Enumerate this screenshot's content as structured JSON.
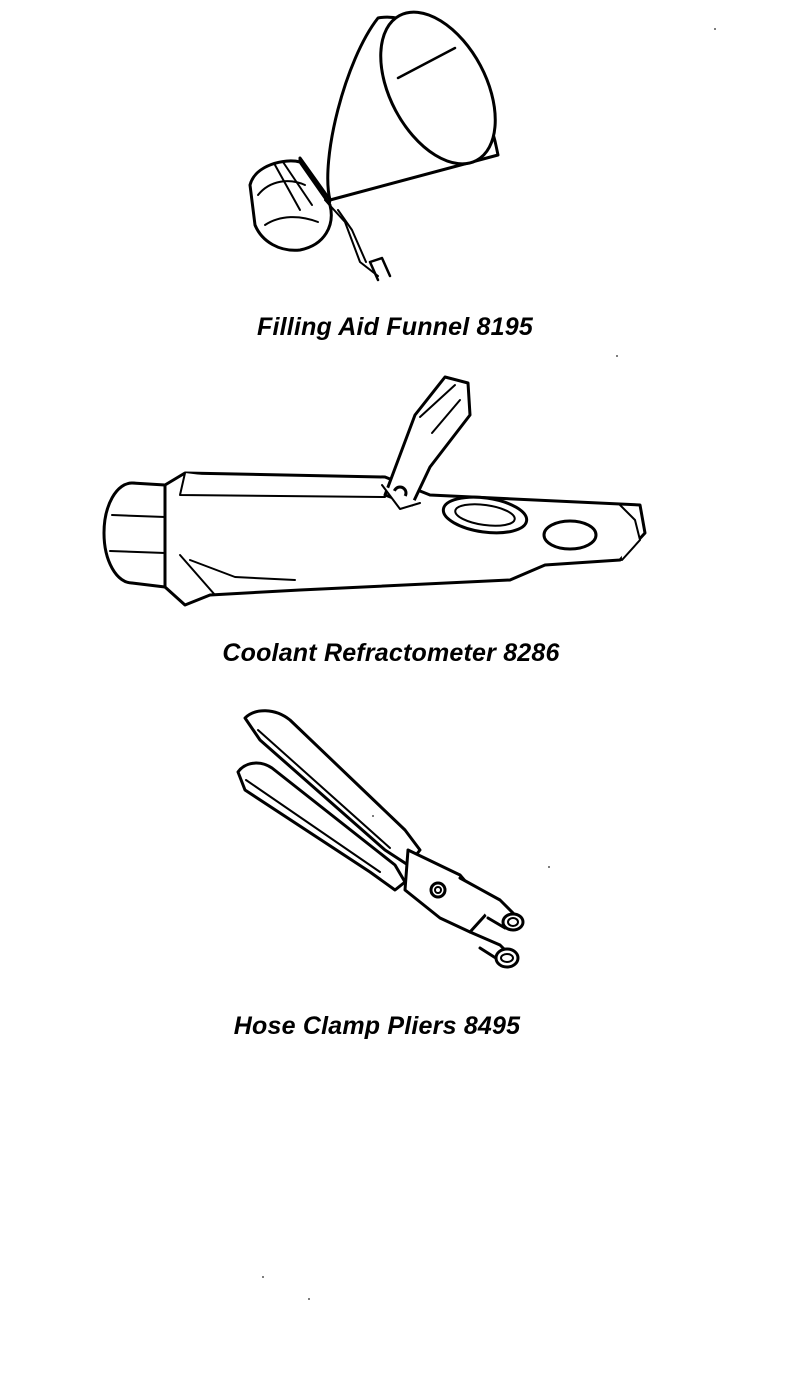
{
  "document": {
    "figures": [
      {
        "id": "funnel",
        "caption": "Filling Aid Funnel 8195",
        "illustration": "funnel-illustration"
      },
      {
        "id": "refractometer",
        "caption": "Coolant Refractometer 8286",
        "illustration": "refractometer-illustration"
      },
      {
        "id": "pliers",
        "caption": "Hose Clamp Pliers 8495",
        "illustration": "pliers-illustration"
      }
    ]
  },
  "colors": {
    "ink": "#000000",
    "paper": "#ffffff"
  }
}
